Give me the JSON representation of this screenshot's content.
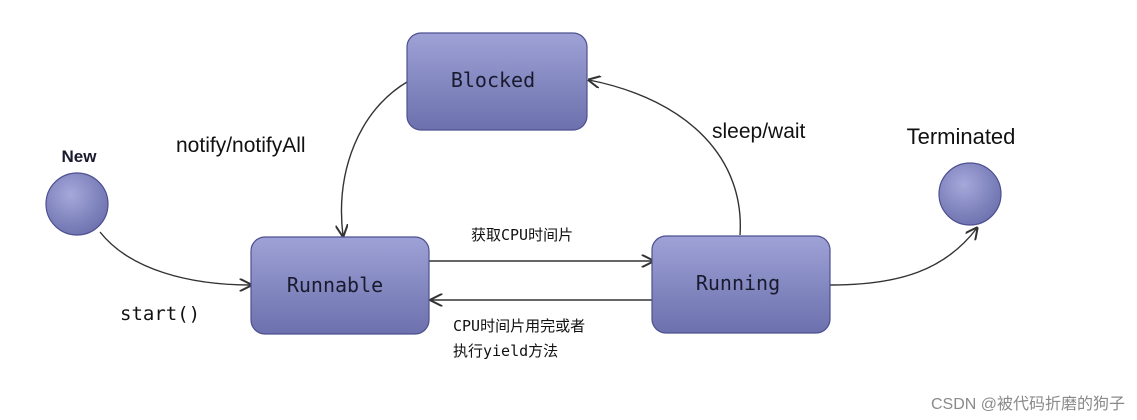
{
  "states": {
    "new": "New",
    "runnable": "Runnable",
    "blocked": "Blocked",
    "running": "Running",
    "terminated": "Terminated"
  },
  "transitions": {
    "start": "start()",
    "notify": "notify/notifyAll",
    "sleep_wait": "sleep/wait",
    "get_cpu": "获取CPU时间片",
    "release_line1": "CPU时间片用完或者",
    "release_line2": "执行yield方法"
  },
  "watermark": "CSDN @被代码折磨的狗子",
  "colors": {
    "node_fill": "#8a8fc4",
    "node_fill_dark": "#6c70ad",
    "node_stroke": "#4d5090",
    "edge": "#333333"
  }
}
